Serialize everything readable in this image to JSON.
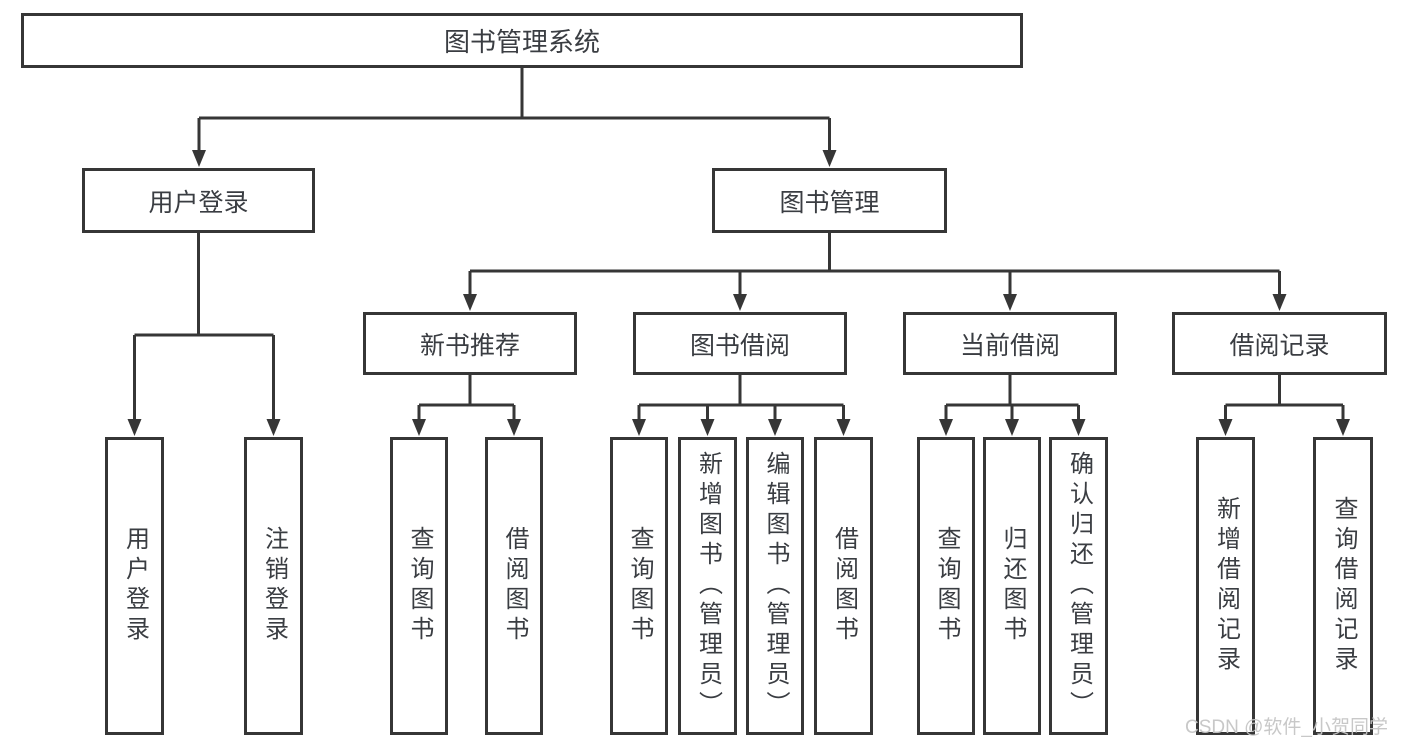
{
  "tree": {
    "root": {
      "label": "图书管理系统"
    },
    "children": [
      {
        "label": "用户登录",
        "children": [
          {
            "label": "用户登录"
          },
          {
            "label": "注销登录"
          }
        ]
      },
      {
        "label": "图书管理",
        "children": [
          {
            "label": "新书推荐",
            "children": [
              {
                "label": "查询图书"
              },
              {
                "label": "借阅图书"
              }
            ]
          },
          {
            "label": "图书借阅",
            "children": [
              {
                "label": "查询图书"
              },
              {
                "label": "新增图书（管理员）"
              },
              {
                "label": "编辑图书（管理员）"
              },
              {
                "label": "借阅图书"
              }
            ]
          },
          {
            "label": "当前借阅",
            "children": [
              {
                "label": "查询图书"
              },
              {
                "label": "归还图书"
              },
              {
                "label": "确认归还（管理员）"
              }
            ]
          },
          {
            "label": "借阅记录",
            "children": [
              {
                "label": "新增借阅记录"
              },
              {
                "label": "查询借阅记录"
              }
            ]
          }
        ]
      }
    ]
  },
  "watermark": {
    "text": "CSDN @软件_小贺同学"
  },
  "colors": {
    "line": "#363636",
    "text": "#3a3d42",
    "watermark": "#c5c5c5",
    "background": "#ffffff"
  }
}
